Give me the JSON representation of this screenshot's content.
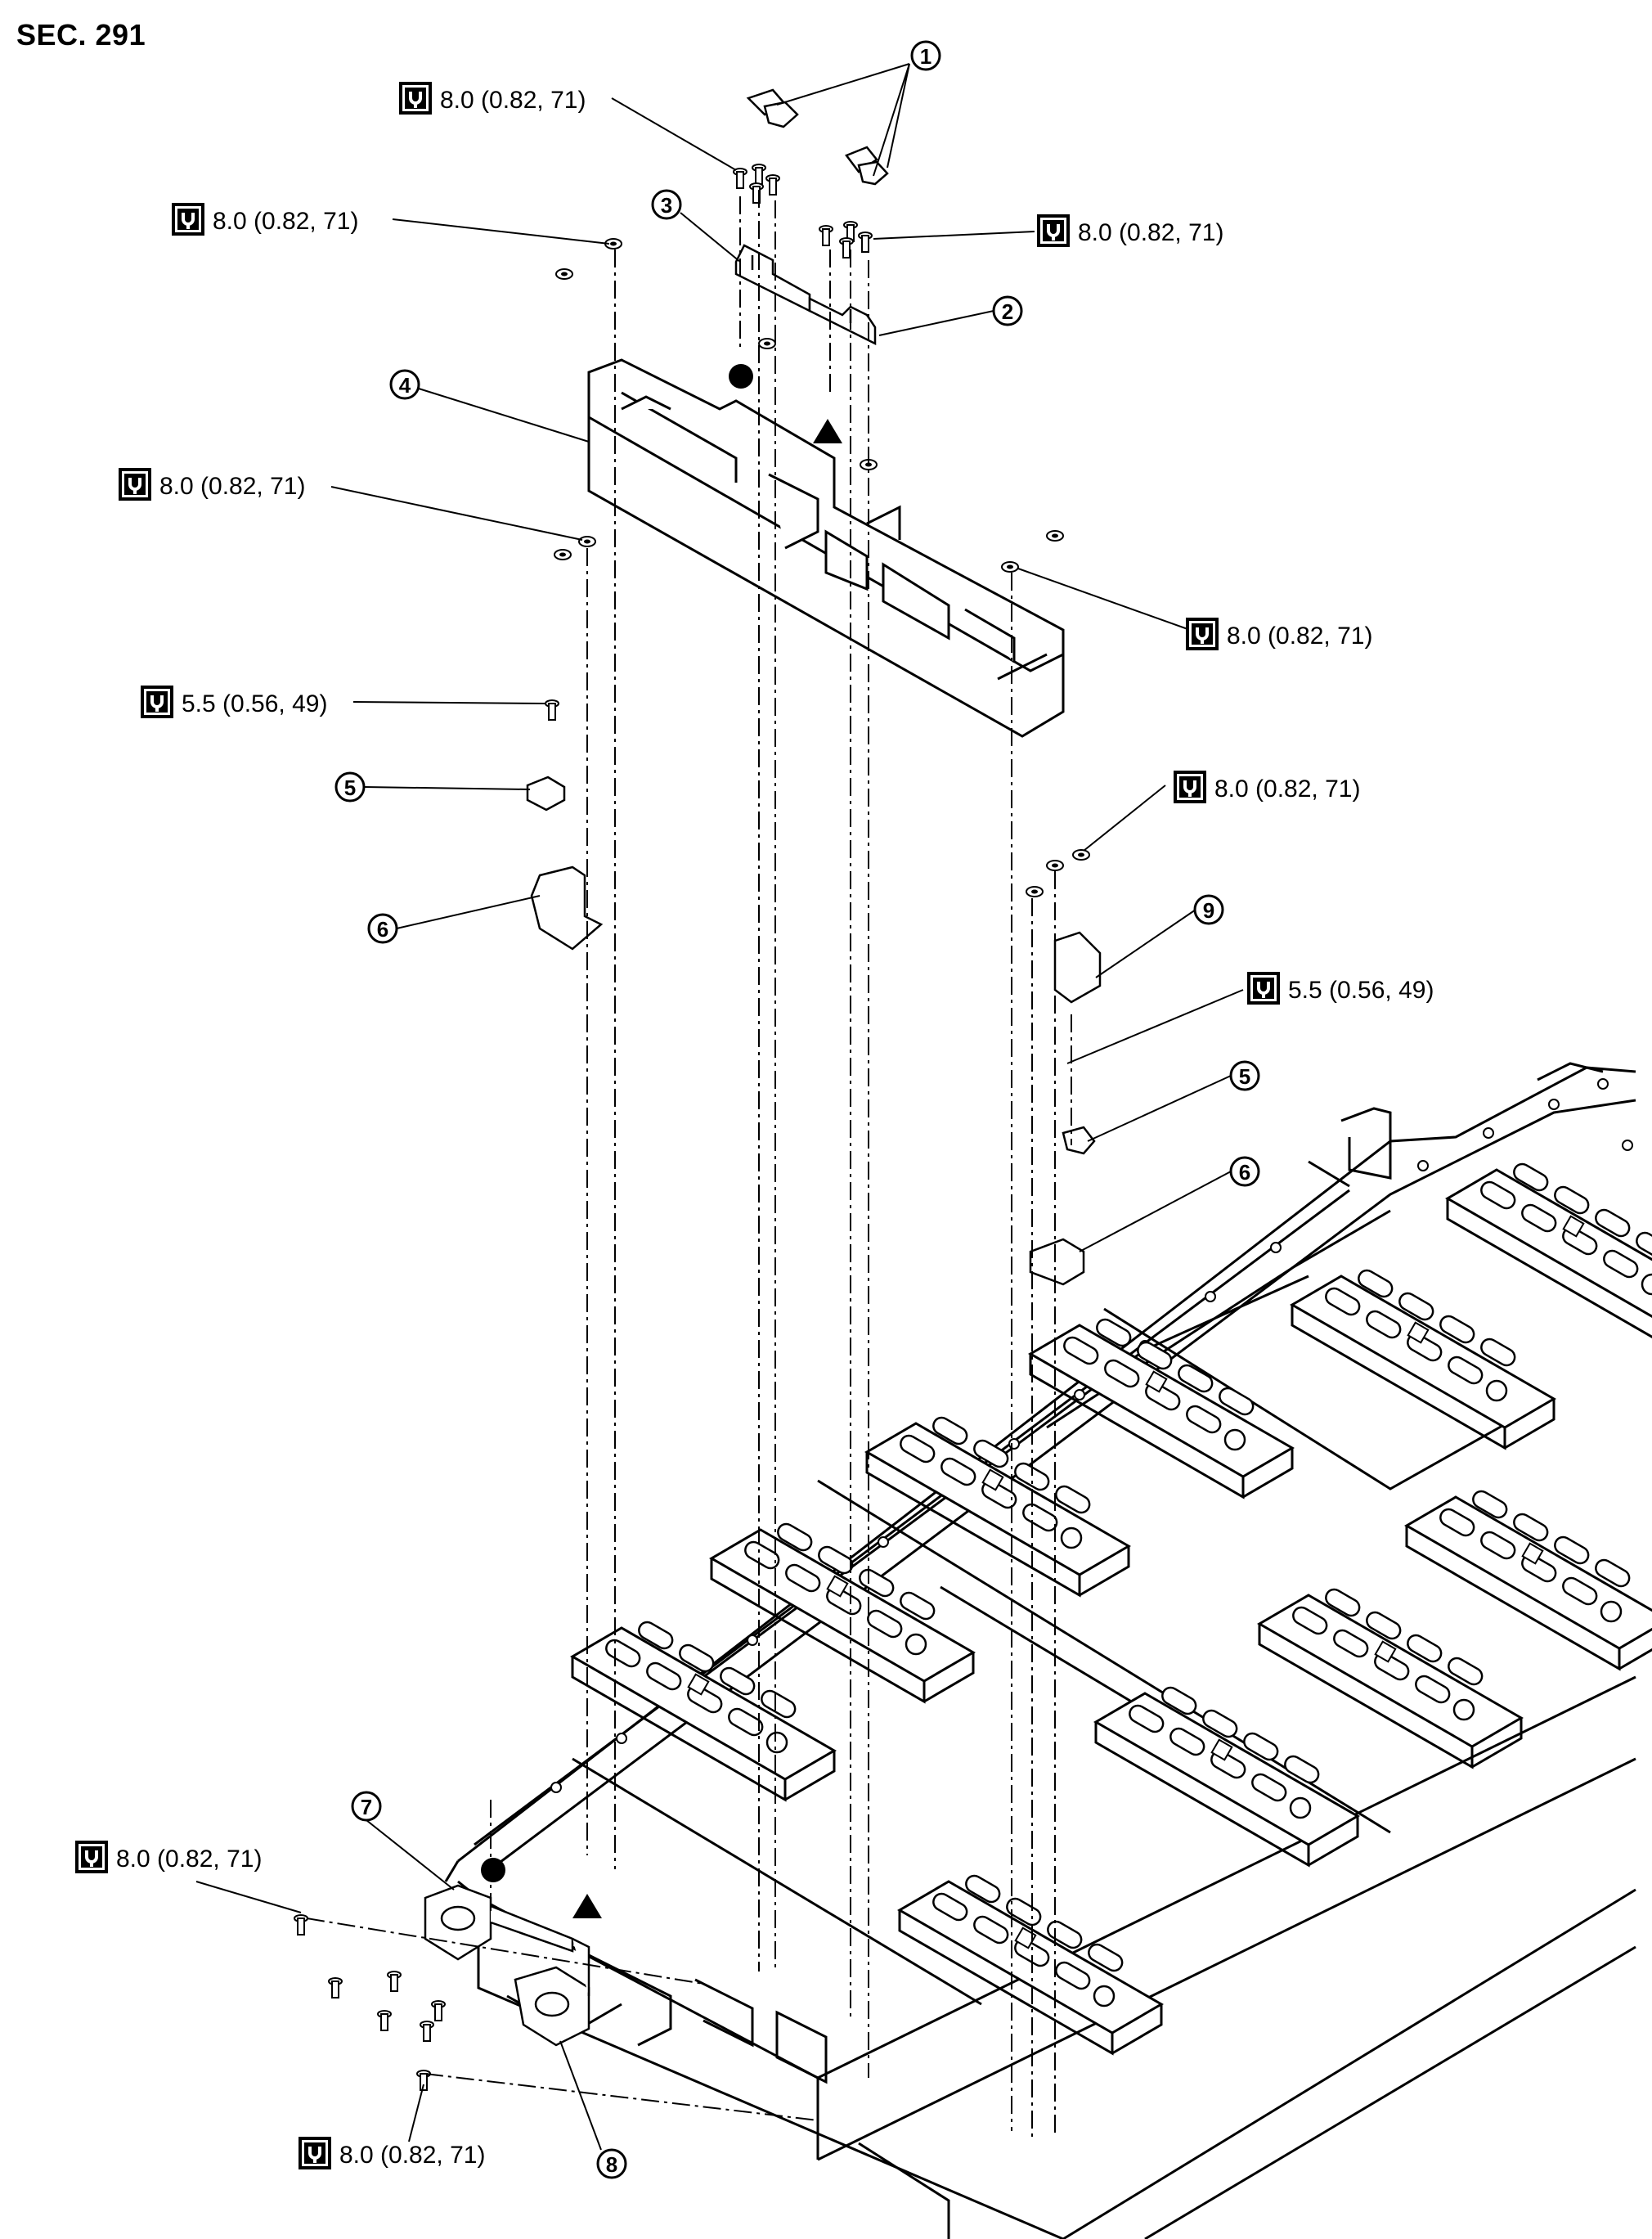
{
  "section": "SEC. 291",
  "torque_icon": "torque-wrench-icon",
  "torques": {
    "t_8_0": "8.0 (0.82, 71)",
    "t_5_5": "5.5 (0.56, 49)"
  },
  "callouts": [
    "1",
    "2",
    "3",
    "4",
    "5",
    "6",
    "7",
    "8",
    "9"
  ],
  "symbols": {
    "circle": "filled-circle-marker",
    "triangle": "filled-triangle-marker"
  }
}
